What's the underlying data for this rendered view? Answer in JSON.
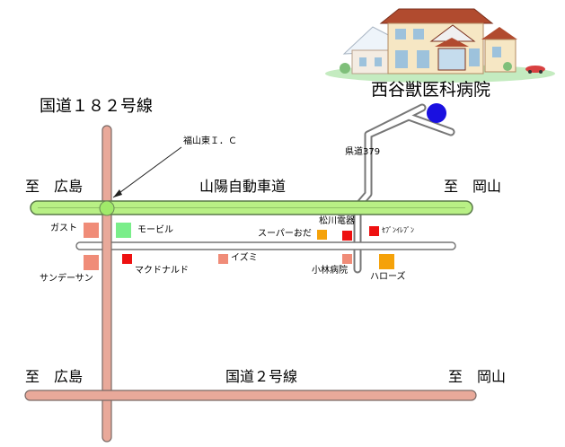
{
  "title": "西谷獣医科病院",
  "colors": {
    "road_fill": "#e9a99a",
    "road_edge": "#7a6a66",
    "expressway_fill": "#b8f085",
    "expressway_edge": "#5a7a4a",
    "local_fill": "#ffffff",
    "local_edge": "#777777",
    "clinic_dot": "#1a10e0",
    "red": "#ee1111",
    "salmon": "#f08c78",
    "green": "#7aee8a",
    "orange": "#f5a20a"
  },
  "roads": {
    "route182": "国道１８２号線",
    "route2": "国道２号線",
    "expressway": "山陽自動車道",
    "prefectural": "県道379"
  },
  "directions": {
    "hiroshima_upper": "至　広島",
    "okayama_upper": "至　岡山",
    "hiroshima_lower": "至　広島",
    "okayama_lower": "至　岡山"
  },
  "interchange": "福山東Ｉ．Ｃ",
  "places": {
    "gusto": "ガスト",
    "mobil": "モービル",
    "sunday_sun": "サンデーサン",
    "mcdonalds": "マクドナルド",
    "izumi": "イズミ",
    "super_oda": "スーパーおだ",
    "matsukawa": "松川電器",
    "seven_eleven": "ｾﾌﾞﾝｲﾚﾌﾞﾝ",
    "kobayashi": "小林病院",
    "harose": "ハローズ"
  }
}
